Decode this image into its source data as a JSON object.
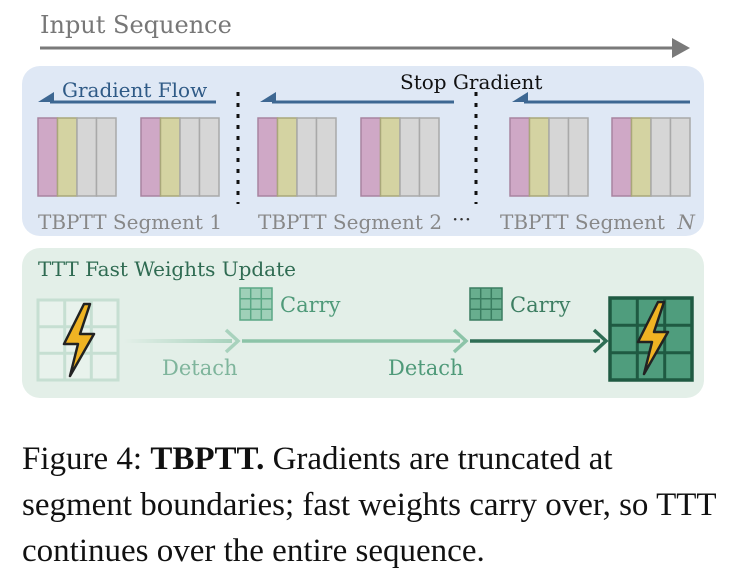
{
  "header": {
    "sequence_label": "Input Sequence"
  },
  "top_panel": {
    "gradient_flow_label": "Gradient  Flow",
    "stop_gradient_label": "Stop Gradient",
    "segments": [
      {
        "label": "TBPTT Segment 1"
      },
      {
        "label": "TBPTT Segment 2"
      },
      {
        "label": "TBPTT Segment",
        "suffix": "N"
      }
    ],
    "ellipsis": "···"
  },
  "bottom_panel": {
    "title": "TTT Fast Weights Update",
    "carry_labels": [
      "Carry",
      "Carry"
    ],
    "detach_labels": [
      "Detach",
      "Detach"
    ]
  },
  "caption": {
    "prefix": "Figure 4: ",
    "bold": "TBPTT.",
    "text": " Gradients are truncated at segment boundaries; fast weights carry over, so TTT continues over the entire sequence."
  },
  "colors": {
    "top_panel_bg": "#dfe8f5",
    "bottom_panel_bg": "#e3efe8",
    "arrow_blue": "#3d6792",
    "gray_arrow": "#7a7a7a",
    "purple_block": "#cfa8c6",
    "yellow_block": "#d4d3a2",
    "gray_block": "#d6d6d6",
    "green_dark": "#3e8c6d",
    "green_light": "#b7d8c7"
  }
}
